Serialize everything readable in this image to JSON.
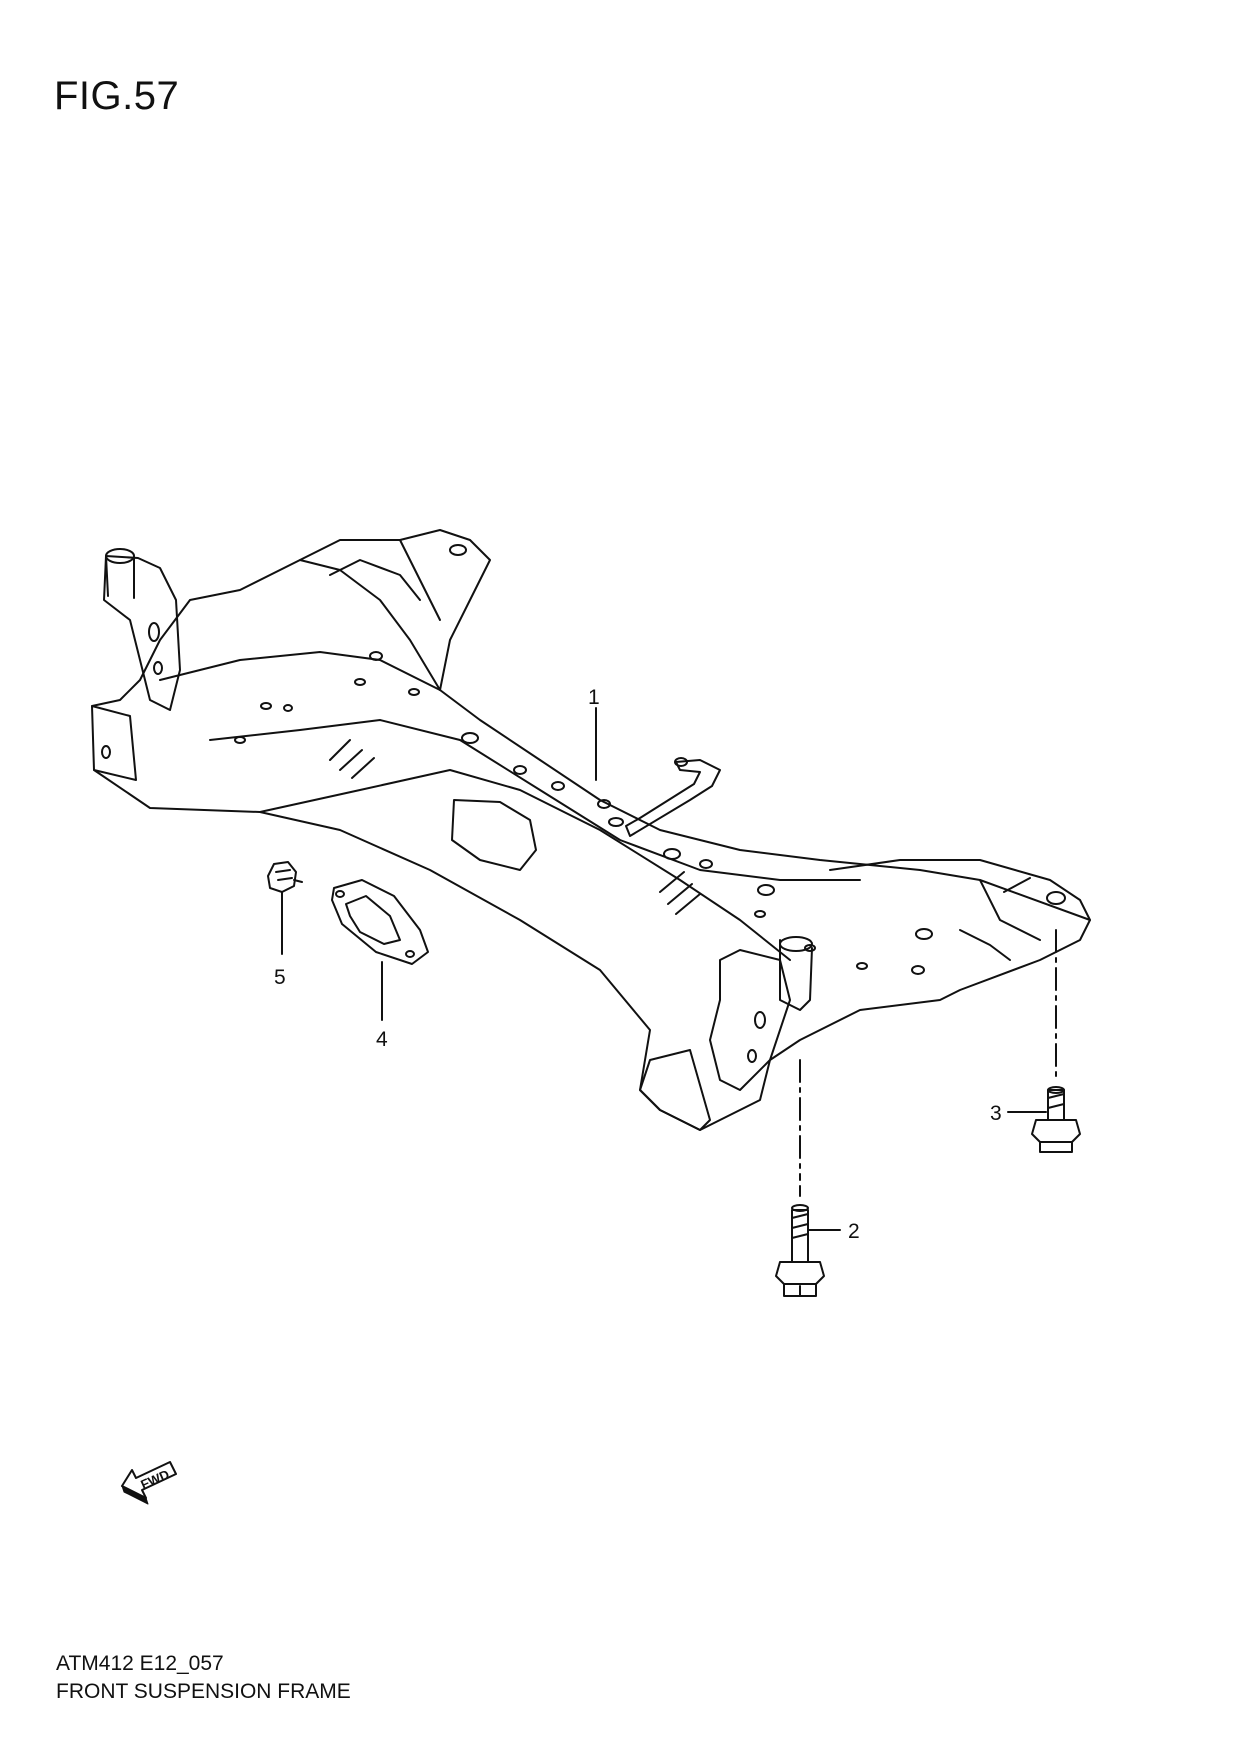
{
  "figure": {
    "title": "FIG.57"
  },
  "footer": {
    "code": "ATM412 E12_057",
    "name": "FRONT SUSPENSION FRAME"
  },
  "callouts": {
    "c1": "1",
    "c2": "2",
    "c3": "3",
    "c4": "4",
    "c5": "5"
  },
  "fwd_arrow": {
    "label": "FWD"
  }
}
